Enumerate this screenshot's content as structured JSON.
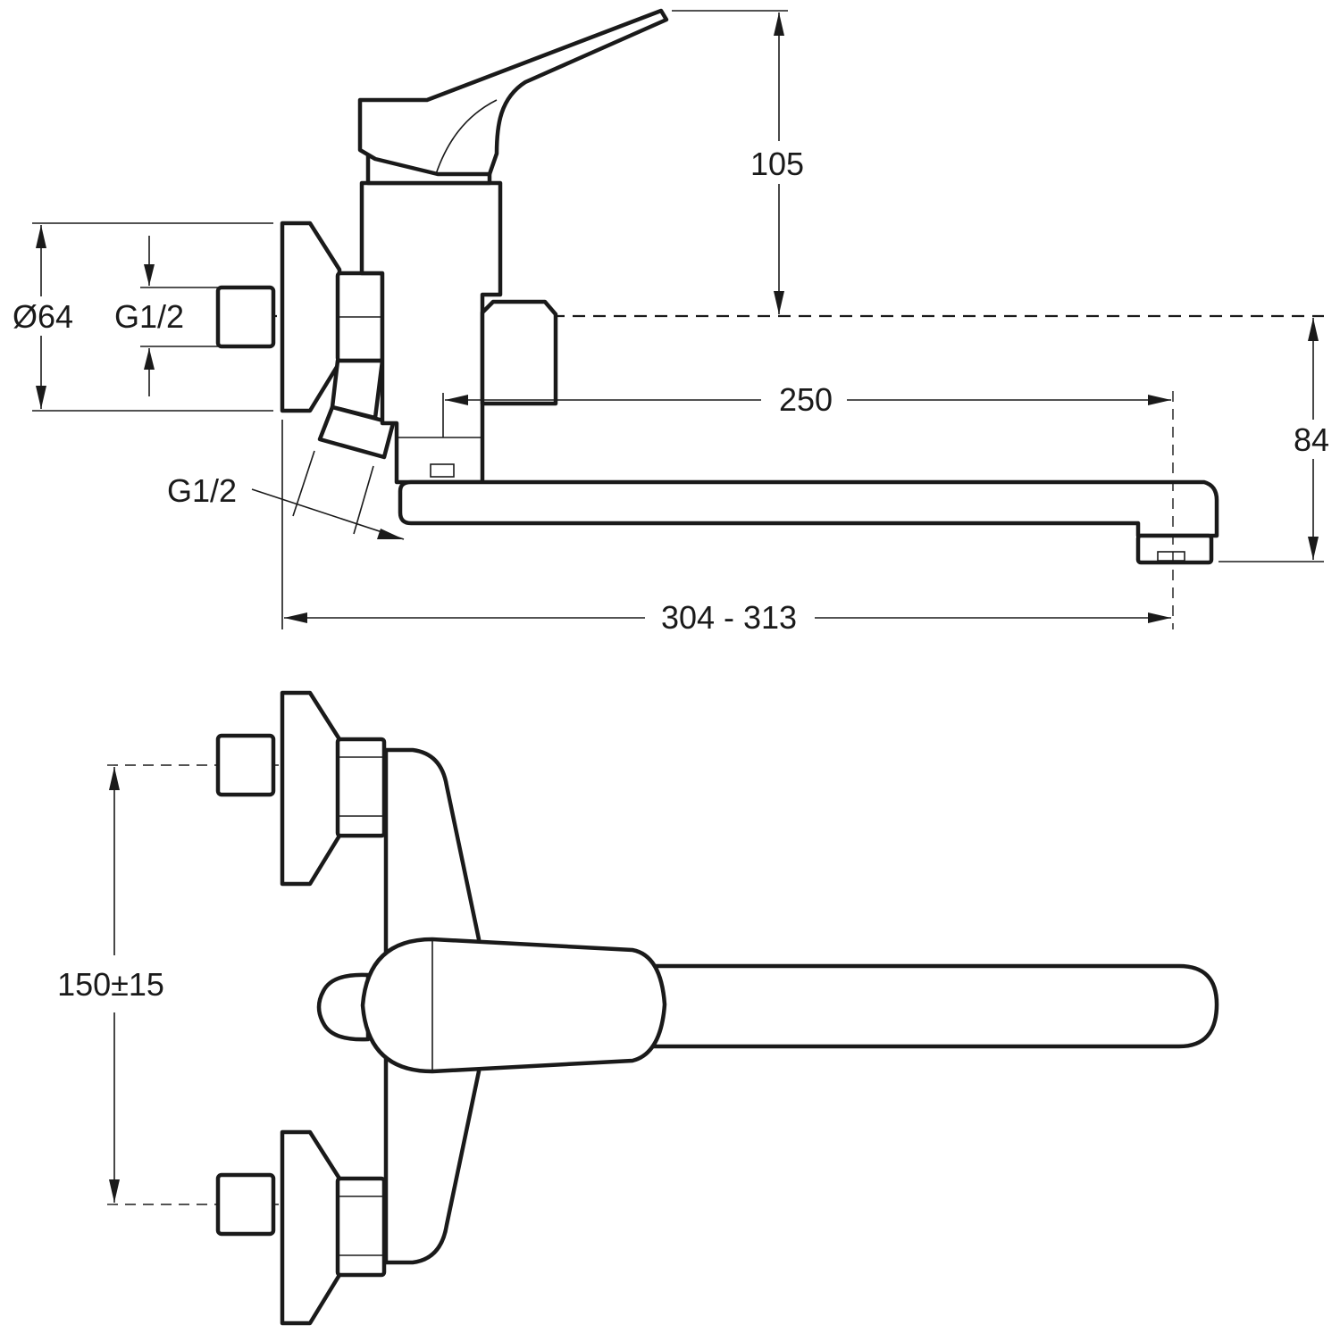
{
  "dimensions": {
    "height_lever": "105",
    "rosette_diameter": "Ø64",
    "inlet_thread_side": "G1/2",
    "inlet_thread_bottom": "G1/2",
    "spout_reach": "250",
    "spout_height": "84",
    "total_length": "304 - 313",
    "inlet_spacing": "150±15"
  },
  "views": [
    "side-view",
    "top-view"
  ],
  "colors": {
    "line": "#1a1a1a",
    "background": "#ffffff"
  }
}
